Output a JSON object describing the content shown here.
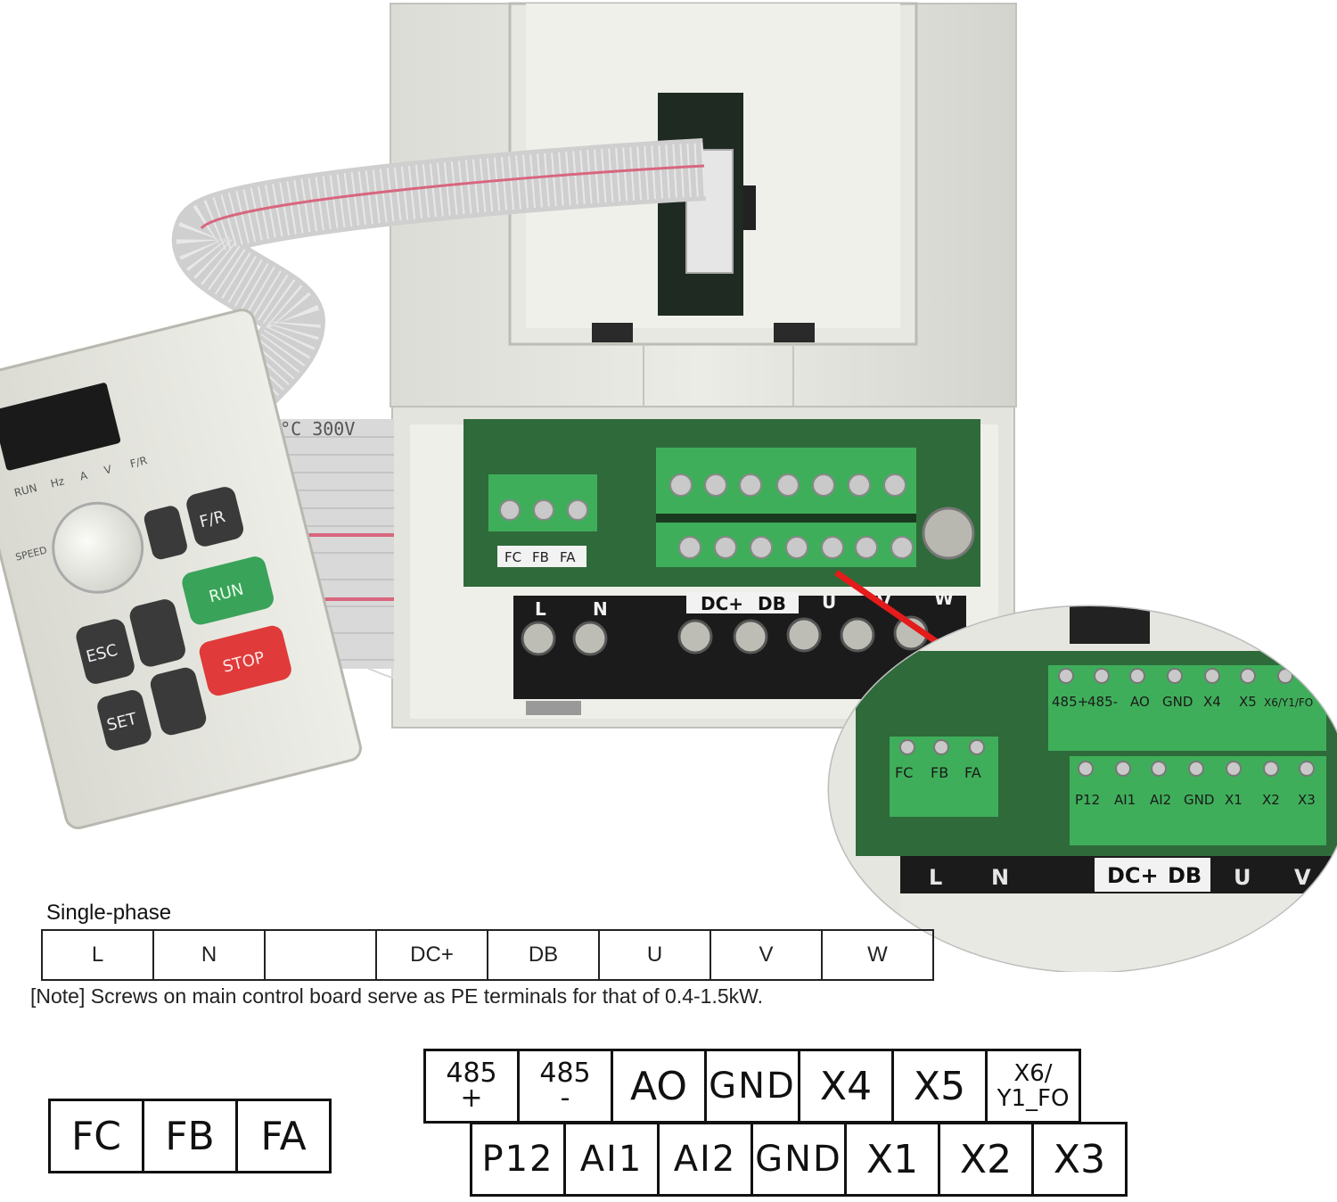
{
  "photo": {
    "keypad": {
      "indicators": [
        "RUN",
        "Hz",
        "A",
        "V",
        "F/R"
      ],
      "speed_label": "SPEED",
      "keys": {
        "fr": "F/R",
        "run": "RUN",
        "esc": "ESC",
        "stop": "STOP",
        "set": "SET"
      }
    },
    "cable_marking": "J5°C   300V",
    "main_terminal_labels": [
      "L",
      "N",
      "DC+",
      "DB",
      "U",
      "V",
      "W"
    ],
    "board_labels": [
      "FC",
      "FB",
      "FA"
    ],
    "zoom_inset": {
      "top_row": [
        "485+",
        "485-",
        "AO",
        "GND",
        "X4",
        "X5",
        "X6/Y1/FO"
      ],
      "bottom_row": [
        "P12",
        "AI1",
        "AI2",
        "GND",
        "X1",
        "X2",
        "X3"
      ],
      "relay": [
        "FC",
        "FB",
        "FA"
      ],
      "power_strip": [
        "L",
        "N",
        "DC+",
        "DB",
        "U",
        "V"
      ]
    }
  },
  "single_phase": {
    "title": "Single-phase",
    "cells": [
      "L",
      "N",
      "",
      "DC+",
      "DB",
      "U",
      "V",
      "W"
    ],
    "note": "[Note] Screws on main control board serve as PE terminals for that of 0.4-1.5kW."
  },
  "relay_terminals": [
    "FC",
    "FB",
    "FA"
  ],
  "control_top": [
    {
      "line1": "485",
      "line2": "+"
    },
    {
      "line1": "485",
      "line2": "-"
    },
    {
      "label": "AO"
    },
    {
      "label": "GND"
    },
    {
      "label": "X4"
    },
    {
      "label": "X5"
    },
    {
      "line1": "X6/",
      "line2": "Y1_FO"
    }
  ],
  "control_bottom": [
    "P12",
    "AI1",
    "AI2",
    "GND",
    "X1",
    "X2",
    "X3"
  ],
  "colors": {
    "housing": "#e6e6e0",
    "pcb": "#2f6a3a",
    "terminal_green": "#3fae5a",
    "run_key": "#3aa35a",
    "stop_key": "#e03a3a",
    "arrow": "#e41b1b",
    "ribbon": "#d8d8d8"
  }
}
